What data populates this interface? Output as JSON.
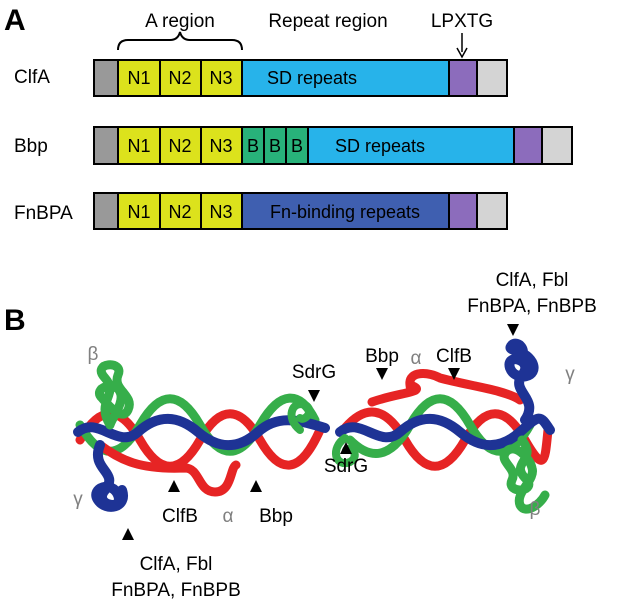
{
  "panel_a": {
    "letter": "A",
    "header_a_region": "A region",
    "header_repeat_region": "Repeat region",
    "header_lpxtg": "LPXTG",
    "proteins": [
      {
        "name": "ClfA",
        "segments": {
          "n1": "N1",
          "n2": "N2",
          "n3": "N3",
          "repeats": "SD repeats"
        }
      },
      {
        "name": "Bbp",
        "segments": {
          "n1": "N1",
          "n2": "N2",
          "n3": "N3",
          "b1": "B",
          "b2": "B",
          "b3": "B",
          "repeats": "SD repeats"
        }
      },
      {
        "name": "FnBPA",
        "segments": {
          "n1": "N1",
          "n2": "N2",
          "n3": "N3",
          "repeats": "Fn-binding repeats"
        }
      }
    ]
  },
  "panel_b": {
    "letter": "B",
    "label_top_right_line1": "ClfA, Fbl",
    "label_top_right_line2": "FnBPA, FnBPB",
    "label_bottom_left_line1": "ClfA, Fbl",
    "label_bottom_left_line2": "FnBPA, FnBPB",
    "beta_top": "β",
    "beta_bottom": "β",
    "gamma_left": "γ",
    "gamma_right": "γ",
    "alpha_top": "α",
    "alpha_bottom": "α",
    "sdrg_top": "SdrG",
    "sdrg_bottom": "SdrG",
    "bbp_top": "Bbp",
    "bbp_bottom": "Bbp",
    "clfb_top": "ClfB",
    "clfb_bottom": "ClfB"
  },
  "colors": {
    "grey": "#999999",
    "light_grey": "#d4d4d4",
    "yellow": "#dce21c",
    "sky_blue": "#27b3ea",
    "green_b": "#28b27a",
    "purple": "#8c6cbc",
    "dark_blue": "#3f5fb0",
    "fib_red": "#e62424",
    "fib_green": "#36ae4a",
    "fib_blue": "#1e3395"
  }
}
